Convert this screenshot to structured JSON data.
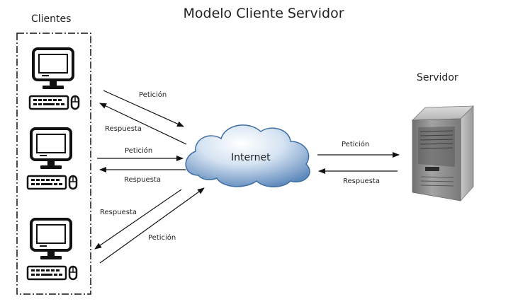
{
  "title": "Modelo Cliente Servidor",
  "clients_label": "Clientes",
  "server_label": "Servidor",
  "cloud_label": "Internet",
  "arrows": {
    "c1_request": "Petición",
    "c1_response": "Respuesta",
    "c2_request": "Petición",
    "c2_response": "Respuesta",
    "c3_response": "Respuesta",
    "c3_request": "Petición",
    "srv_request": "Petición",
    "srv_response": "Respuesta"
  },
  "icons": {
    "computer": "computer-icon",
    "server": "server-tower-icon",
    "cloud": "cloud-icon"
  },
  "colors": {
    "cloud_fill_top": "#eef4fb",
    "cloud_fill_bottom": "#5d88bb",
    "server_body": "#8a8a8a"
  }
}
